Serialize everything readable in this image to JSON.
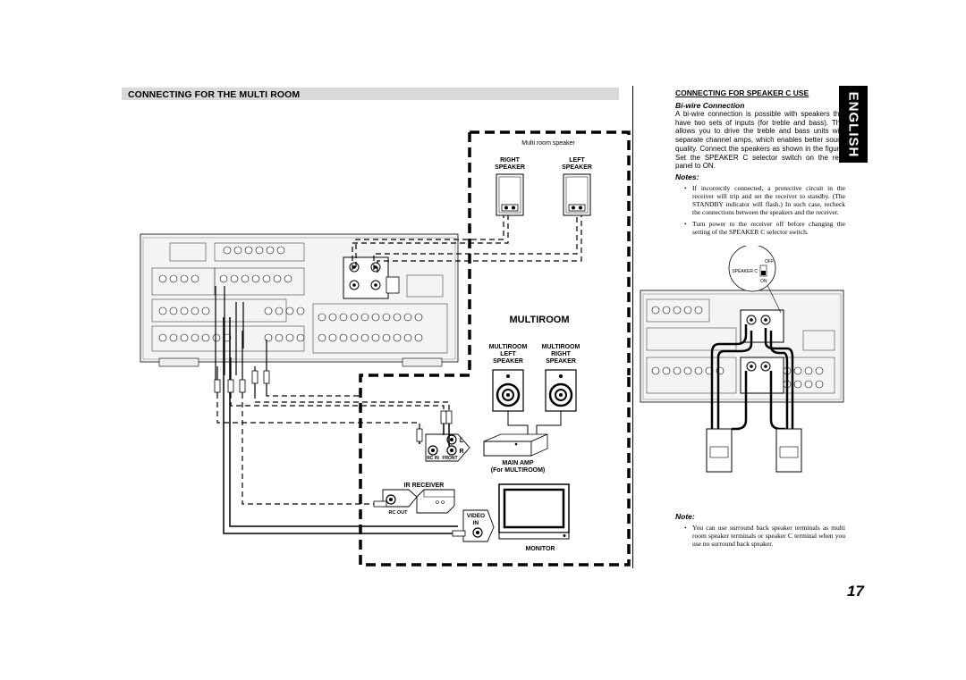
{
  "section_title": "CONNECTING FOR THE MULTI ROOM",
  "language_tab": "ENGLISH",
  "page_number": "17",
  "diagram": {
    "multi_room_speaker": "Multi room speaker",
    "right_speaker": [
      "RIGHT",
      "SPEAKER"
    ],
    "left_speaker": [
      "LEFT",
      "SPEAKER"
    ],
    "multiroom_label": "MULTIROOM",
    "multiroom_left": [
      "MULTIROOM",
      "LEFT",
      "SPEAKER"
    ],
    "multiroom_right": [
      "MULTIROOM",
      "RIGHT",
      "SPEAKER"
    ],
    "amp_l": "L",
    "amp_r": "R",
    "rc_in": "RC IN",
    "front": "FRONT",
    "main_amp": "MAIN AMP",
    "for_multiroom": "(For MULTIROOM)",
    "ir_receiver": "IR RECEIVER",
    "rc_out": "RC OUT",
    "video_in": [
      "VIDEO",
      "IN"
    ],
    "monitor": "MONITOR"
  },
  "speaker_c": {
    "title": "CONNECTING FOR SPEAKER C USE",
    "bi_wire_title": "Bi-wire Connection",
    "paragraph": "A bi-wire connection is possible with speakers that have two sets of inputs (for treble and bass). This allows you to drive the treble and bass units with separate channel amps, which enables better sound quality. Connect the speakers as shown in the figure. Set the SPEAKER C selector switch on the rear panel to ON.",
    "notes_title": "Notes:",
    "notes": [
      "If incorrectly connected, a protective circuit in the receiver will trip and set the receiver to standby. (The STANDBY indicator will flash.) In such case, recheck the connections between the speakers and the receiver.",
      "Turn power to the receiver off before changing the setting of the SPEAKER C selector switch."
    ],
    "switch_label": "SPEAKER C",
    "switch_off": "OFF",
    "switch_on": "ON",
    "note_title": "Note:",
    "note": "You can use surround back speaker terminals as multi room speaker terminals or speaker C terminal when you use no surround back speaker."
  }
}
